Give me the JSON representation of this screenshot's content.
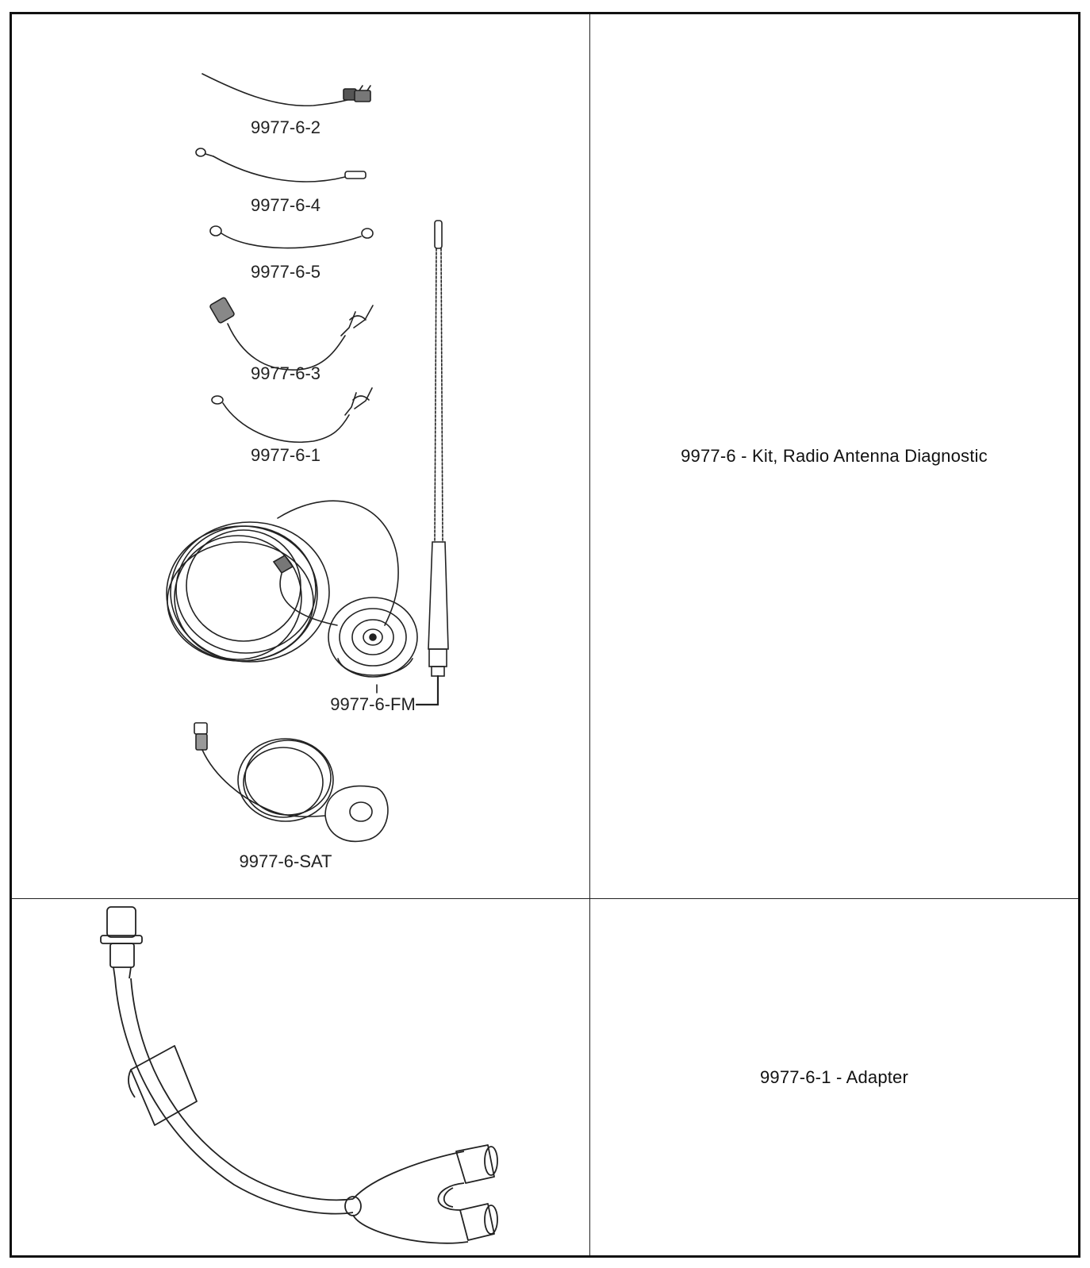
{
  "rows": [
    {
      "description": "9977-6 - Kit, Radio Antenna Diagnostic",
      "labels": [
        "9977-6-2",
        "9977-6-4",
        "9977-6-5",
        "9977-6-3",
        "9977-6-1",
        "9977-6-FM",
        "9977-6-SAT"
      ]
    },
    {
      "description": "9977-6-1 - Adapter"
    }
  ]
}
